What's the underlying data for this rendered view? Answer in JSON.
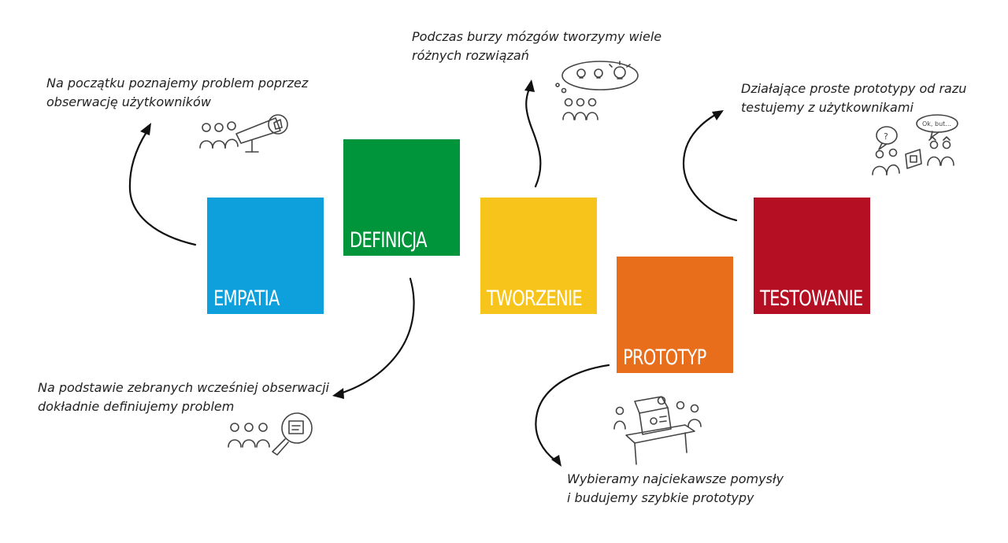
{
  "stages": [
    {
      "id": "empatia",
      "label": "EMPATIA",
      "color": "#0ea0dd"
    },
    {
      "id": "definicja",
      "label": "DEFINICJA",
      "color": "#00953a"
    },
    {
      "id": "tworzenie",
      "label": "TWORZENIE",
      "color": "#f7c41c"
    },
    {
      "id": "prototyp",
      "label": "PROTOTYP",
      "color": "#e86e1c"
    },
    {
      "id": "testowanie",
      "label": "TESTOWANIE",
      "color": "#b50f23"
    }
  ],
  "notes": {
    "empatia": {
      "line1": "Na początku poznajemy problem poprzez",
      "line2": "obserwację użytkowników"
    },
    "definicja": {
      "line1": "Na podstawie zebranych wcześniej obserwacji",
      "line2": "dokładnie definiujemy problem"
    },
    "tworzenie": {
      "line1": "Podczas burzy mózgów tworzymy wiele",
      "line2": "różnych rozwiązań"
    },
    "prototyp": {
      "line1": "Wybieramy najciekawsze pomysły",
      "line2": "i budujemy szybkie prototypy"
    },
    "testowanie": {
      "line1": "Działające proste prototypy od razu",
      "line2": "testujemy z użytkownikami"
    }
  },
  "sketch_text": {
    "speech_bubble": "Ok, but..."
  }
}
